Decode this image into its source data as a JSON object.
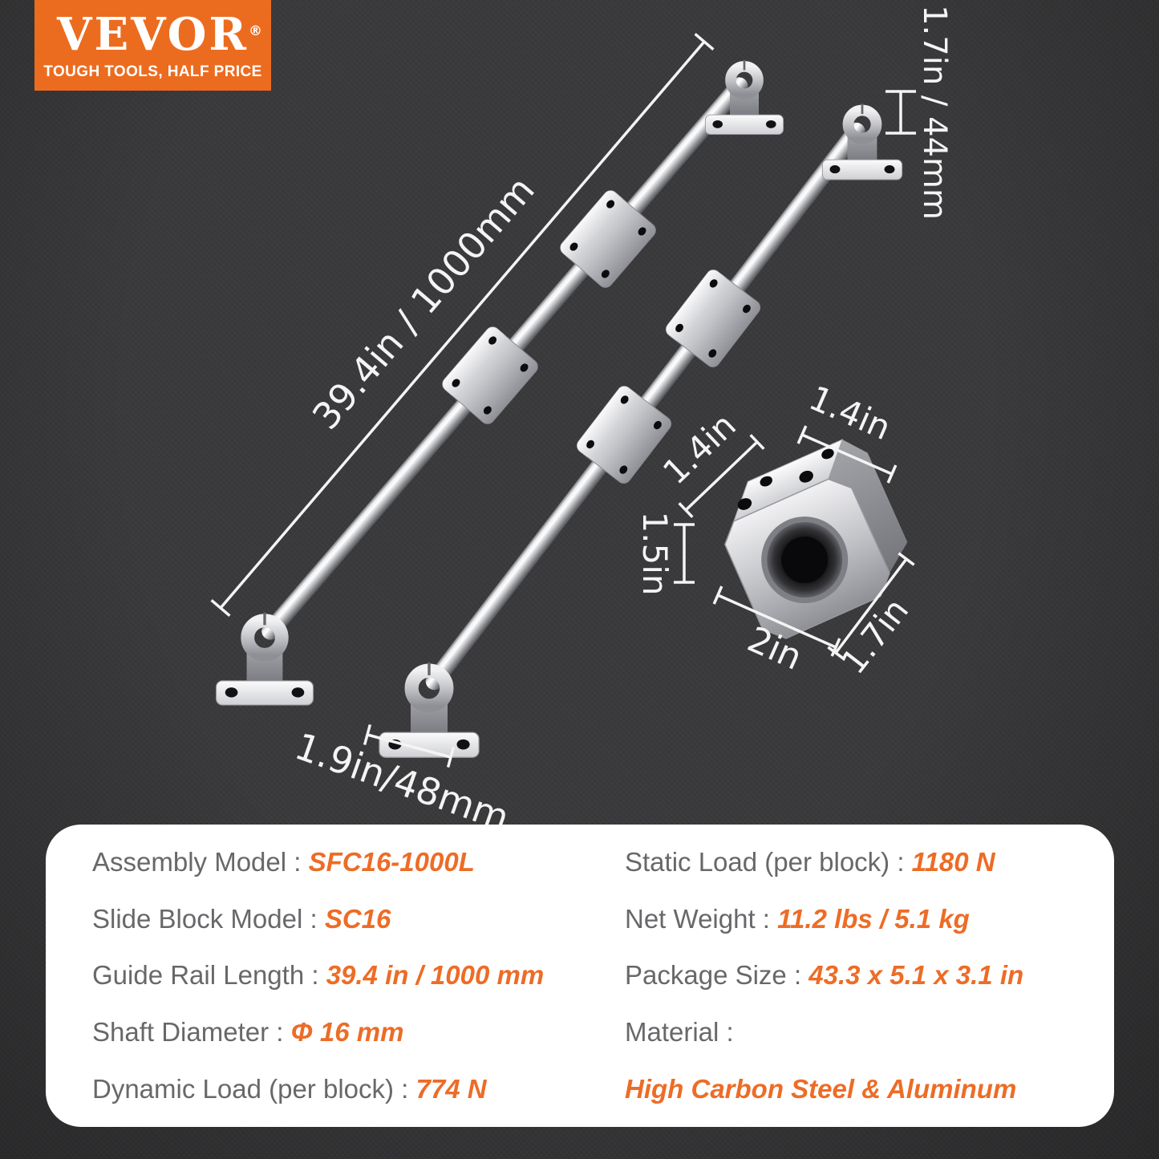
{
  "logo": {
    "brand": "VEVOR",
    "registered": "®",
    "tagline": "TOUGH TOOLS, HALF PRICE",
    "background_color": "#ec6c1f"
  },
  "dimensions": {
    "rail_length": "39.4in / 1000mm",
    "support_height": "1.7in / 44mm",
    "support_base_width": "1.9in/48mm",
    "block_top_depth": "1.4in",
    "block_top_width": "1.4in",
    "block_bore_height": "1.5in",
    "block_width": "2in",
    "block_depth": "1.7in"
  },
  "specs": {
    "left": [
      {
        "label": "Assembly Model : ",
        "value": "SFC16-1000L"
      },
      {
        "label": "Slide Block Model : ",
        "value": "SC16"
      },
      {
        "label": "Guide Rail Length : ",
        "value": "39.4 in / 1000 mm"
      },
      {
        "label": "Shaft Diameter : ",
        "value": "Φ 16 mm"
      },
      {
        "label": "Dynamic Load (per block) : ",
        "value": "774 N"
      }
    ],
    "right": [
      {
        "label": "Static Load (per block) : ",
        "value": "1180 N"
      },
      {
        "label": "Net Weight : ",
        "value": "11.2 lbs / 5.1 kg"
      },
      {
        "label": "Package Size : ",
        "value": "43.3 x 5.1 x 3.1 in"
      },
      {
        "label": "Material : ",
        "value": ""
      },
      {
        "label": "",
        "value": "High Carbon Steel & Aluminum"
      }
    ]
  },
  "colors": {
    "accent_orange": "#ed6c26",
    "label_gray": "#68686b",
    "background": "#3a3a3c",
    "panel": "#ffffff",
    "dimension_text": "#f4f4f4"
  }
}
